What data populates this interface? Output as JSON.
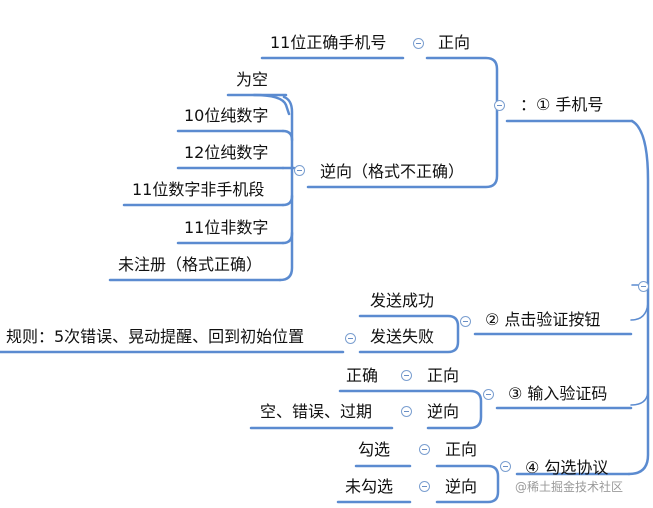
{
  "branches": {
    "phone": {
      "label": "：① 手机号",
      "positive": {
        "label": "正向",
        "case": "11位正确手机号"
      },
      "negative": {
        "label": "逆向（格式不正确）",
        "cases": [
          "为空",
          "10位纯数字",
          "12位纯数字",
          "11位数字非手机段",
          "11位非数字",
          "未注册（格式正确）"
        ]
      }
    },
    "send_code": {
      "label": "② 点击验证按钮",
      "success": "发送成功",
      "failure": "发送失败",
      "failure_rule": "规则：5次错误、晃动提醒、回到初始位置"
    },
    "enter_code": {
      "label": "③ 输入验证码",
      "positive": {
        "label": "正向",
        "case": "正确"
      },
      "negative": {
        "label": "逆向",
        "case": "空、错误、过期"
      }
    },
    "agreement": {
      "label": "④ 勾选协议",
      "positive": {
        "label": "正向",
        "case": "勾选"
      },
      "negative": {
        "label": "逆向",
        "case": "未勾选"
      }
    }
  },
  "watermark": "@稀土掘金技术社区"
}
